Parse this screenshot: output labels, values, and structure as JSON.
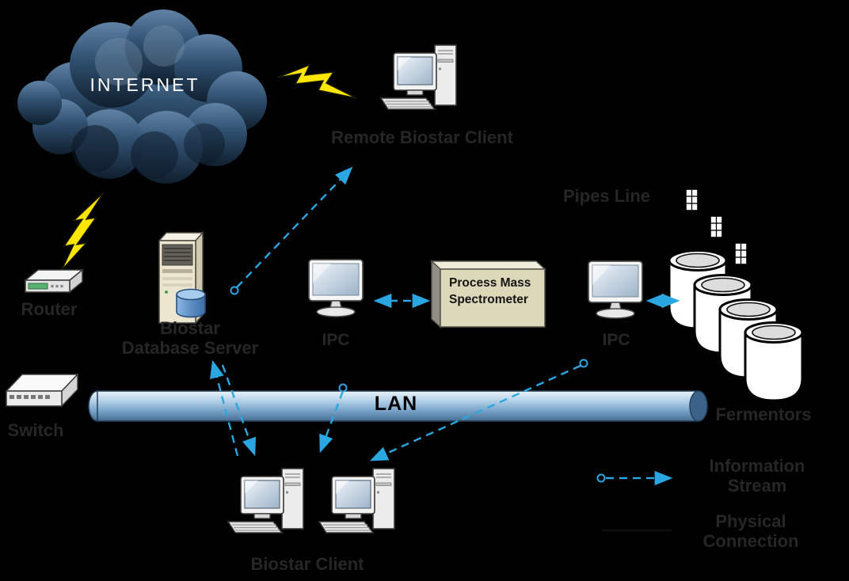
{
  "diagram": {
    "type": "network-architecture",
    "background_color": "#000000"
  },
  "labels": {
    "internet": "INTERNET",
    "remote_client": "Remote Biostar Client",
    "pipes_line": "Pipes Line",
    "router": "Router",
    "server": "Biostar\nDatabase Server",
    "ipc_left": "IPC",
    "spectrometer": "Process Mass\nSpectrometer",
    "ipc_right": "IPC",
    "lan": "LAN",
    "switch": "Switch",
    "fermentors": "Fermentors",
    "biostar_client": "Biostar Client",
    "legend_information_stream": "Information\nStream",
    "legend_physical_connection": "Physical\nConnection"
  },
  "colors": {
    "stream_arrow": "#2aa7e0",
    "lightning": "#ffe600",
    "lan_pipe_mid": "#7da8cd",
    "cloud": "#2f4f6e",
    "spectrometer_box": "#ddd8ba",
    "label_text": "#262626",
    "internet_text": "#ffffff"
  },
  "connections": [
    {
      "type": "information-stream",
      "from": "Biostar Database Server",
      "to": "Remote Biostar Client"
    },
    {
      "type": "information-stream",
      "from": "Biostar Client",
      "to": "Biostar Database Server"
    },
    {
      "type": "information-stream",
      "from": "Biostar Database Server",
      "to": "Biostar Client"
    },
    {
      "type": "information-stream",
      "from": "LAN",
      "to": "Biostar Client"
    },
    {
      "type": "information-stream",
      "from": "IPC",
      "to": "Biostar Client"
    },
    {
      "type": "information-stream",
      "from": "IPC (left)",
      "to": "Process Mass Spectrometer",
      "bidirectional": true
    },
    {
      "type": "information-stream",
      "from": "IPC (right)",
      "to": "Fermentors",
      "bidirectional": true
    }
  ]
}
